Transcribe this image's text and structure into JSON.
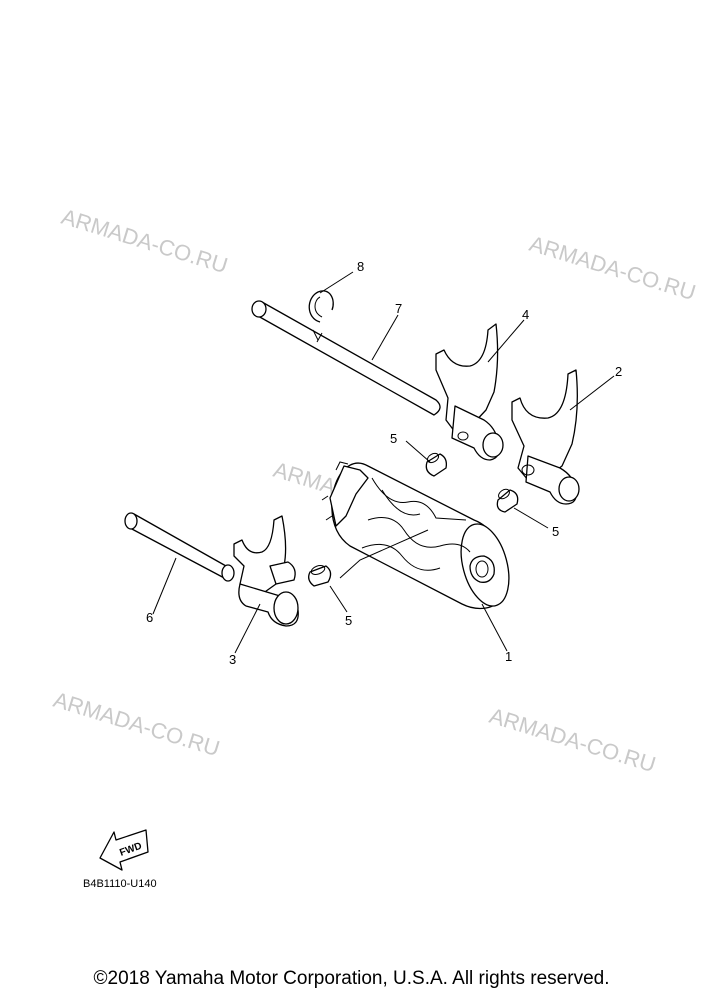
{
  "watermarks": [
    "ARMADA-CO.RU",
    "ARMADA-CO.RU",
    "ARMADA-CO.RU",
    "ARMADA-CO.RU",
    "ARMADA-CO.RU"
  ],
  "callouts": {
    "c1": "1",
    "c2": "2",
    "c3": "3",
    "c4": "4",
    "c5a": "5",
    "c5b": "5",
    "c5c": "5",
    "c6": "6",
    "c7": "7",
    "c8": "8"
  },
  "direction_arrow_label": "FWD",
  "diagram_code": "B4B1110-U140",
  "copyright": "©2018 Yamaha Motor Corporation, U.S.A. All rights reserved."
}
